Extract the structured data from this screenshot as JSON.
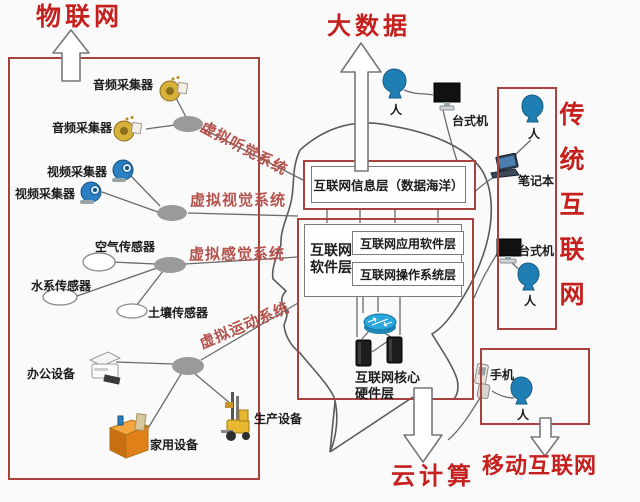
{
  "diagram": {
    "titles": {
      "iot": "物联网",
      "bigdata": "大数据",
      "cloud": "云计算",
      "mobile": "移动互联网",
      "traditional": "传统互联网"
    },
    "virtual_systems": {
      "auditory": "虚拟听觉系统",
      "visual": "虚拟视觉系统",
      "sensory": "虚拟感觉系统",
      "motion": "虚拟运动系统"
    },
    "devices": {
      "audio": "音频采集器",
      "video": "视频采集器",
      "air": "空气传感器",
      "water": "水系传感器",
      "soil": "土壤传感器",
      "office": "办公设备",
      "home": "家用设备",
      "production": "生产设备"
    },
    "layers": {
      "info": "互联网信息层（数据海洋）",
      "software_line1": "互联网",
      "software_line2": "软件层",
      "app": "互联网应用软件层",
      "os": "互联网操作系统层",
      "hardware_line1": "互联网核心",
      "hardware_line2": "硬件层"
    },
    "endpoints": {
      "person": "人",
      "desktop": "台式机",
      "laptop": "笔记本",
      "phone": "手机"
    },
    "colors": {
      "title_red": "#c5201d",
      "frame_red": "#a8423c",
      "virtual_label_red": "#b4524c",
      "line_gray": "#666666",
      "hub_gray": "#9a9a9a",
      "person_blue": "#1f7fb5",
      "router_blue": "#2aa8dd",
      "appliance_orange": "#e08018",
      "forklift_yellow": "#e8b830"
    },
    "icons": [
      "audio-collector-icon",
      "video-collector-icon",
      "air-sensor-node",
      "water-sensor-node",
      "soil-sensor-node",
      "hub-node-icon",
      "printer-icon",
      "home-appliance-icon",
      "forklift-icon",
      "router-icon",
      "server-icon",
      "desktop-monitor-icon",
      "laptop-icon",
      "person-icon",
      "phone-icon",
      "up-arrow-icon",
      "down-arrow-icon",
      "head-silhouette"
    ]
  }
}
